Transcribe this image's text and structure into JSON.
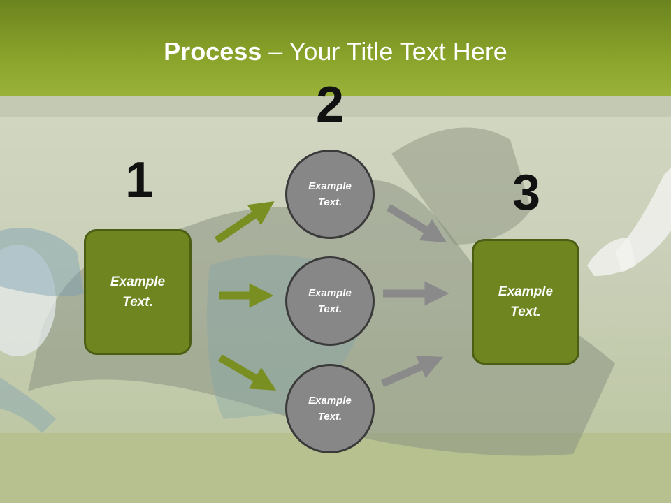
{
  "slide": {
    "title_bold": "Process",
    "title_rest": " – Your Title Text Here"
  },
  "steps": [
    {
      "number": "1",
      "label": "Example\nText."
    },
    {
      "number": "2",
      "items": [
        {
          "label": "Example\nText."
        },
        {
          "label": "Example\nText."
        },
        {
          "label": "Example\nText."
        }
      ]
    },
    {
      "number": "3",
      "label": "Example\nText."
    }
  ],
  "colors": {
    "title_bar": "#8aa32a",
    "box_fill": "#6e8520",
    "box_border": "#4c5e14",
    "circle_fill": "#878787",
    "circle_border": "#3a3a3a",
    "green_arrow": "#7a8f22",
    "gray_arrow": "#8a8a8a"
  }
}
